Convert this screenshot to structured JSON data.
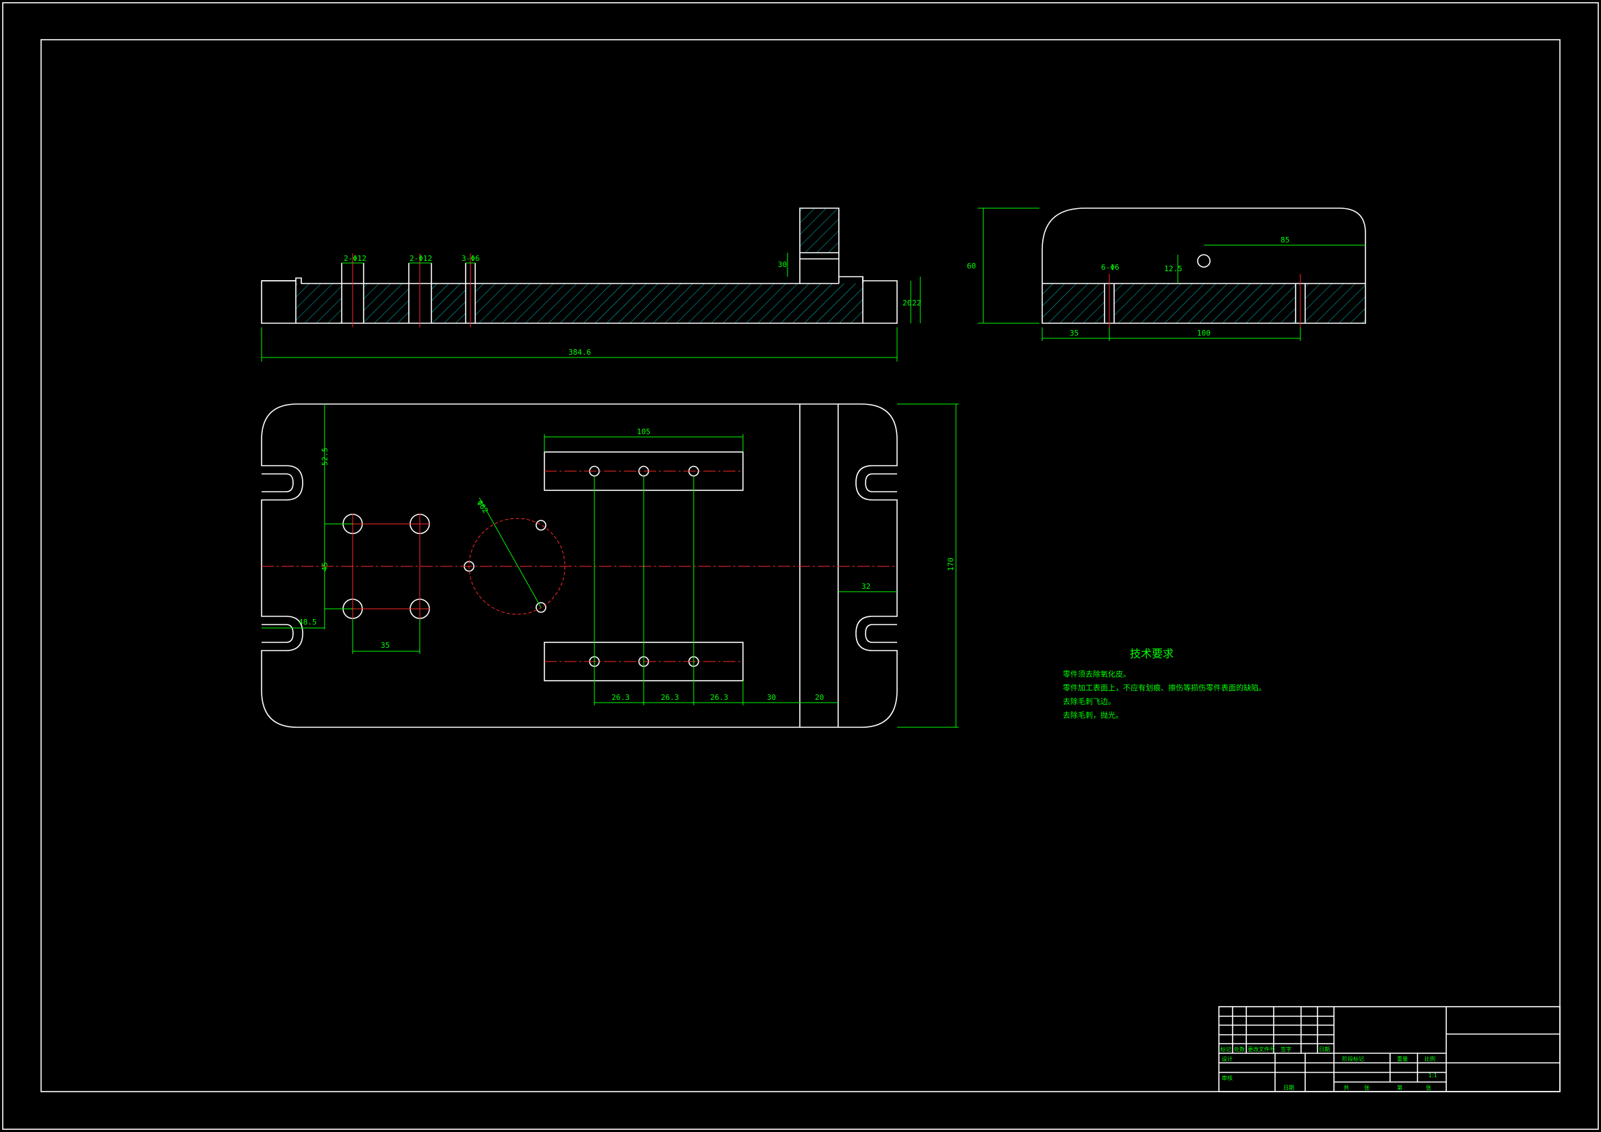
{
  "drawing": {
    "side_view": {
      "dims": {
        "hole1": "2-Φ12",
        "hole2": "2-Φ12",
        "hole3": "3-Φ6",
        "length": "384.6",
        "rib_height": "30",
        "h1": "20",
        "h2": "22"
      }
    },
    "end_view": {
      "dims": {
        "holes": "6-Φ6",
        "height": "60",
        "top": "85",
        "hole_offset": "12.5",
        "left": "35",
        "span": "100"
      }
    },
    "plan_view": {
      "dims": {
        "top_width": "105",
        "v1": "52.5",
        "v2": "45",
        "left_offset": "48.5",
        "spacing": "35",
        "circle_dia": "Φ62",
        "height": "170",
        "right": "32",
        "b1": "26.3",
        "b2": "26.3",
        "b3": "26.3",
        "b4": "30",
        "b5": "20"
      }
    }
  },
  "notes": {
    "title": "技术要求",
    "lines": [
      "零件须去除氧化皮。",
      "零件加工表面上，不应有划痕、擦伤等损伤零件表面的缺陷。",
      "去除毛刺飞边。",
      "去除毛刺，抛光。"
    ]
  },
  "title_block": {
    "row_labels": [
      "标记",
      "处数",
      "更改文件号",
      "签字",
      "日期"
    ],
    "designer": "设计",
    "review": "审核",
    "stage_labels": [
      "阶段标记",
      "重量",
      "比例"
    ],
    "scale": "1:1",
    "sheet_labels": [
      "共",
      "张",
      "第",
      "张"
    ],
    "date": "日期"
  }
}
